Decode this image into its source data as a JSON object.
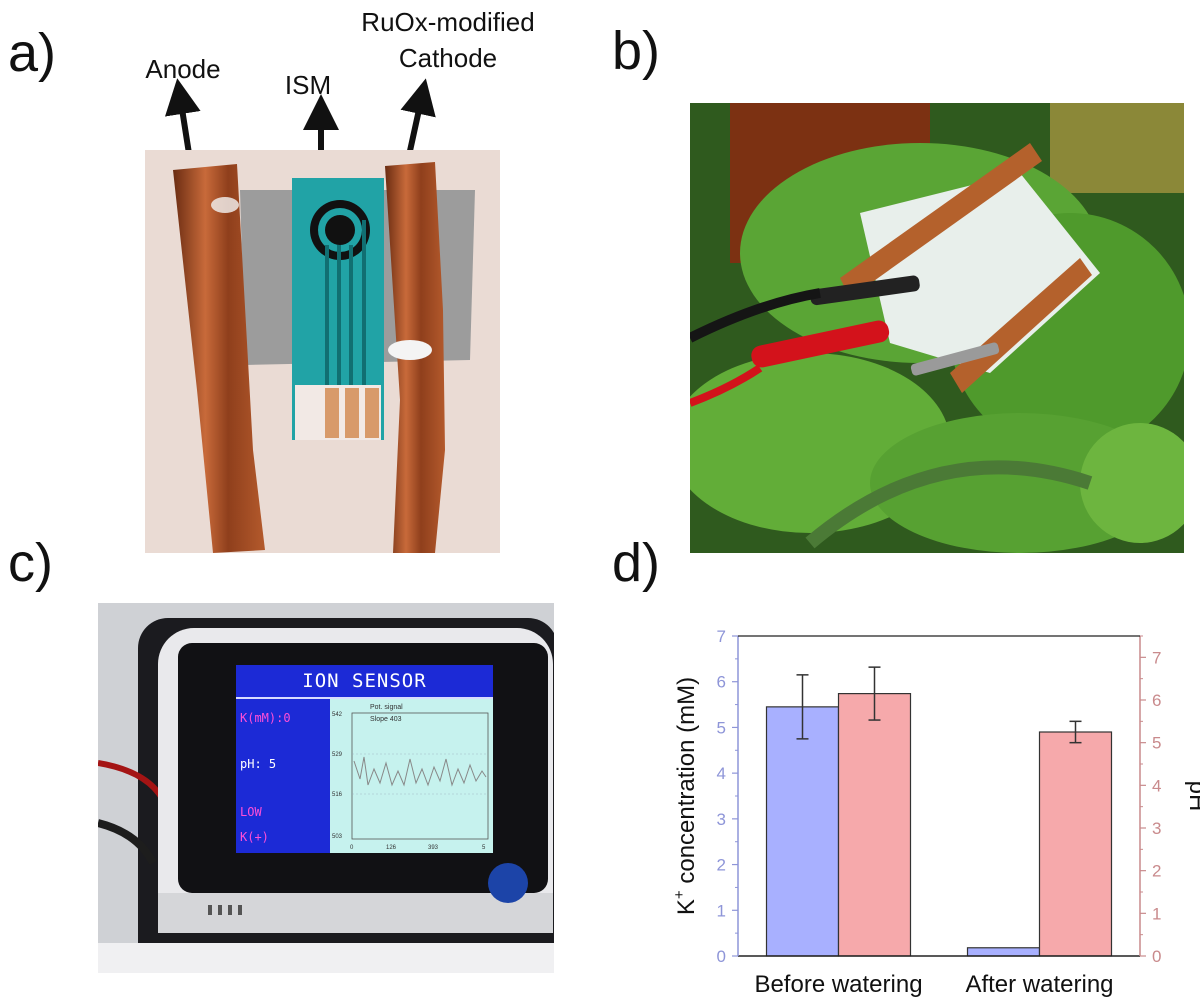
{
  "panels": {
    "a": "a)",
    "b": "b)",
    "c": "c)",
    "d": "d)"
  },
  "panel_a": {
    "labels": {
      "anode": "Anode",
      "ism": "ISM",
      "cathode_line1": "RuOx-modified",
      "cathode_line2": "Cathode"
    }
  },
  "panel_c": {
    "screen_title": "ION SENSOR",
    "k_reading": "K(mM):0",
    "ph_reading": "pH: 5",
    "status_line1": "LOW",
    "status_line2": "K(+)",
    "plot_title": "Pot. signal",
    "plot_slope": "Slope 403",
    "plot_y_ticks": [
      "542",
      "529",
      "516",
      "503"
    ],
    "plot_x_ticks": [
      "0",
      "126",
      "393",
      "5"
    ]
  },
  "chart_data": {
    "type": "bar",
    "categories": [
      "Before watering",
      "After watering"
    ],
    "series": [
      {
        "name": "K⁺ concentration",
        "axis": "left",
        "color": "#a8b0ff",
        "values": [
          5.45,
          0.18
        ],
        "errors": [
          0.7,
          0
        ]
      },
      {
        "name": "pH",
        "axis": "right",
        "color": "#f6a9ab",
        "values": [
          6.15,
          5.25
        ],
        "errors": [
          0.62,
          0.25
        ]
      }
    ],
    "ylabel": "K⁺ concentration (mM)",
    "ylabel_main": "K",
    "ylabel_sup": "+",
    "ylabel_rest": " concentration (mM)",
    "y2label": "pH",
    "ylim": [
      0,
      7
    ],
    "y2lim": [
      0,
      7.5
    ],
    "yticks": [
      "0",
      "1",
      "2",
      "3",
      "4",
      "5",
      "6",
      "7"
    ],
    "y2ticks": [
      "0",
      "1",
      "2",
      "3",
      "4",
      "5",
      "6",
      "7"
    ],
    "left_axis_color": "#8e95d8",
    "right_axis_color": "#c98a8c"
  }
}
